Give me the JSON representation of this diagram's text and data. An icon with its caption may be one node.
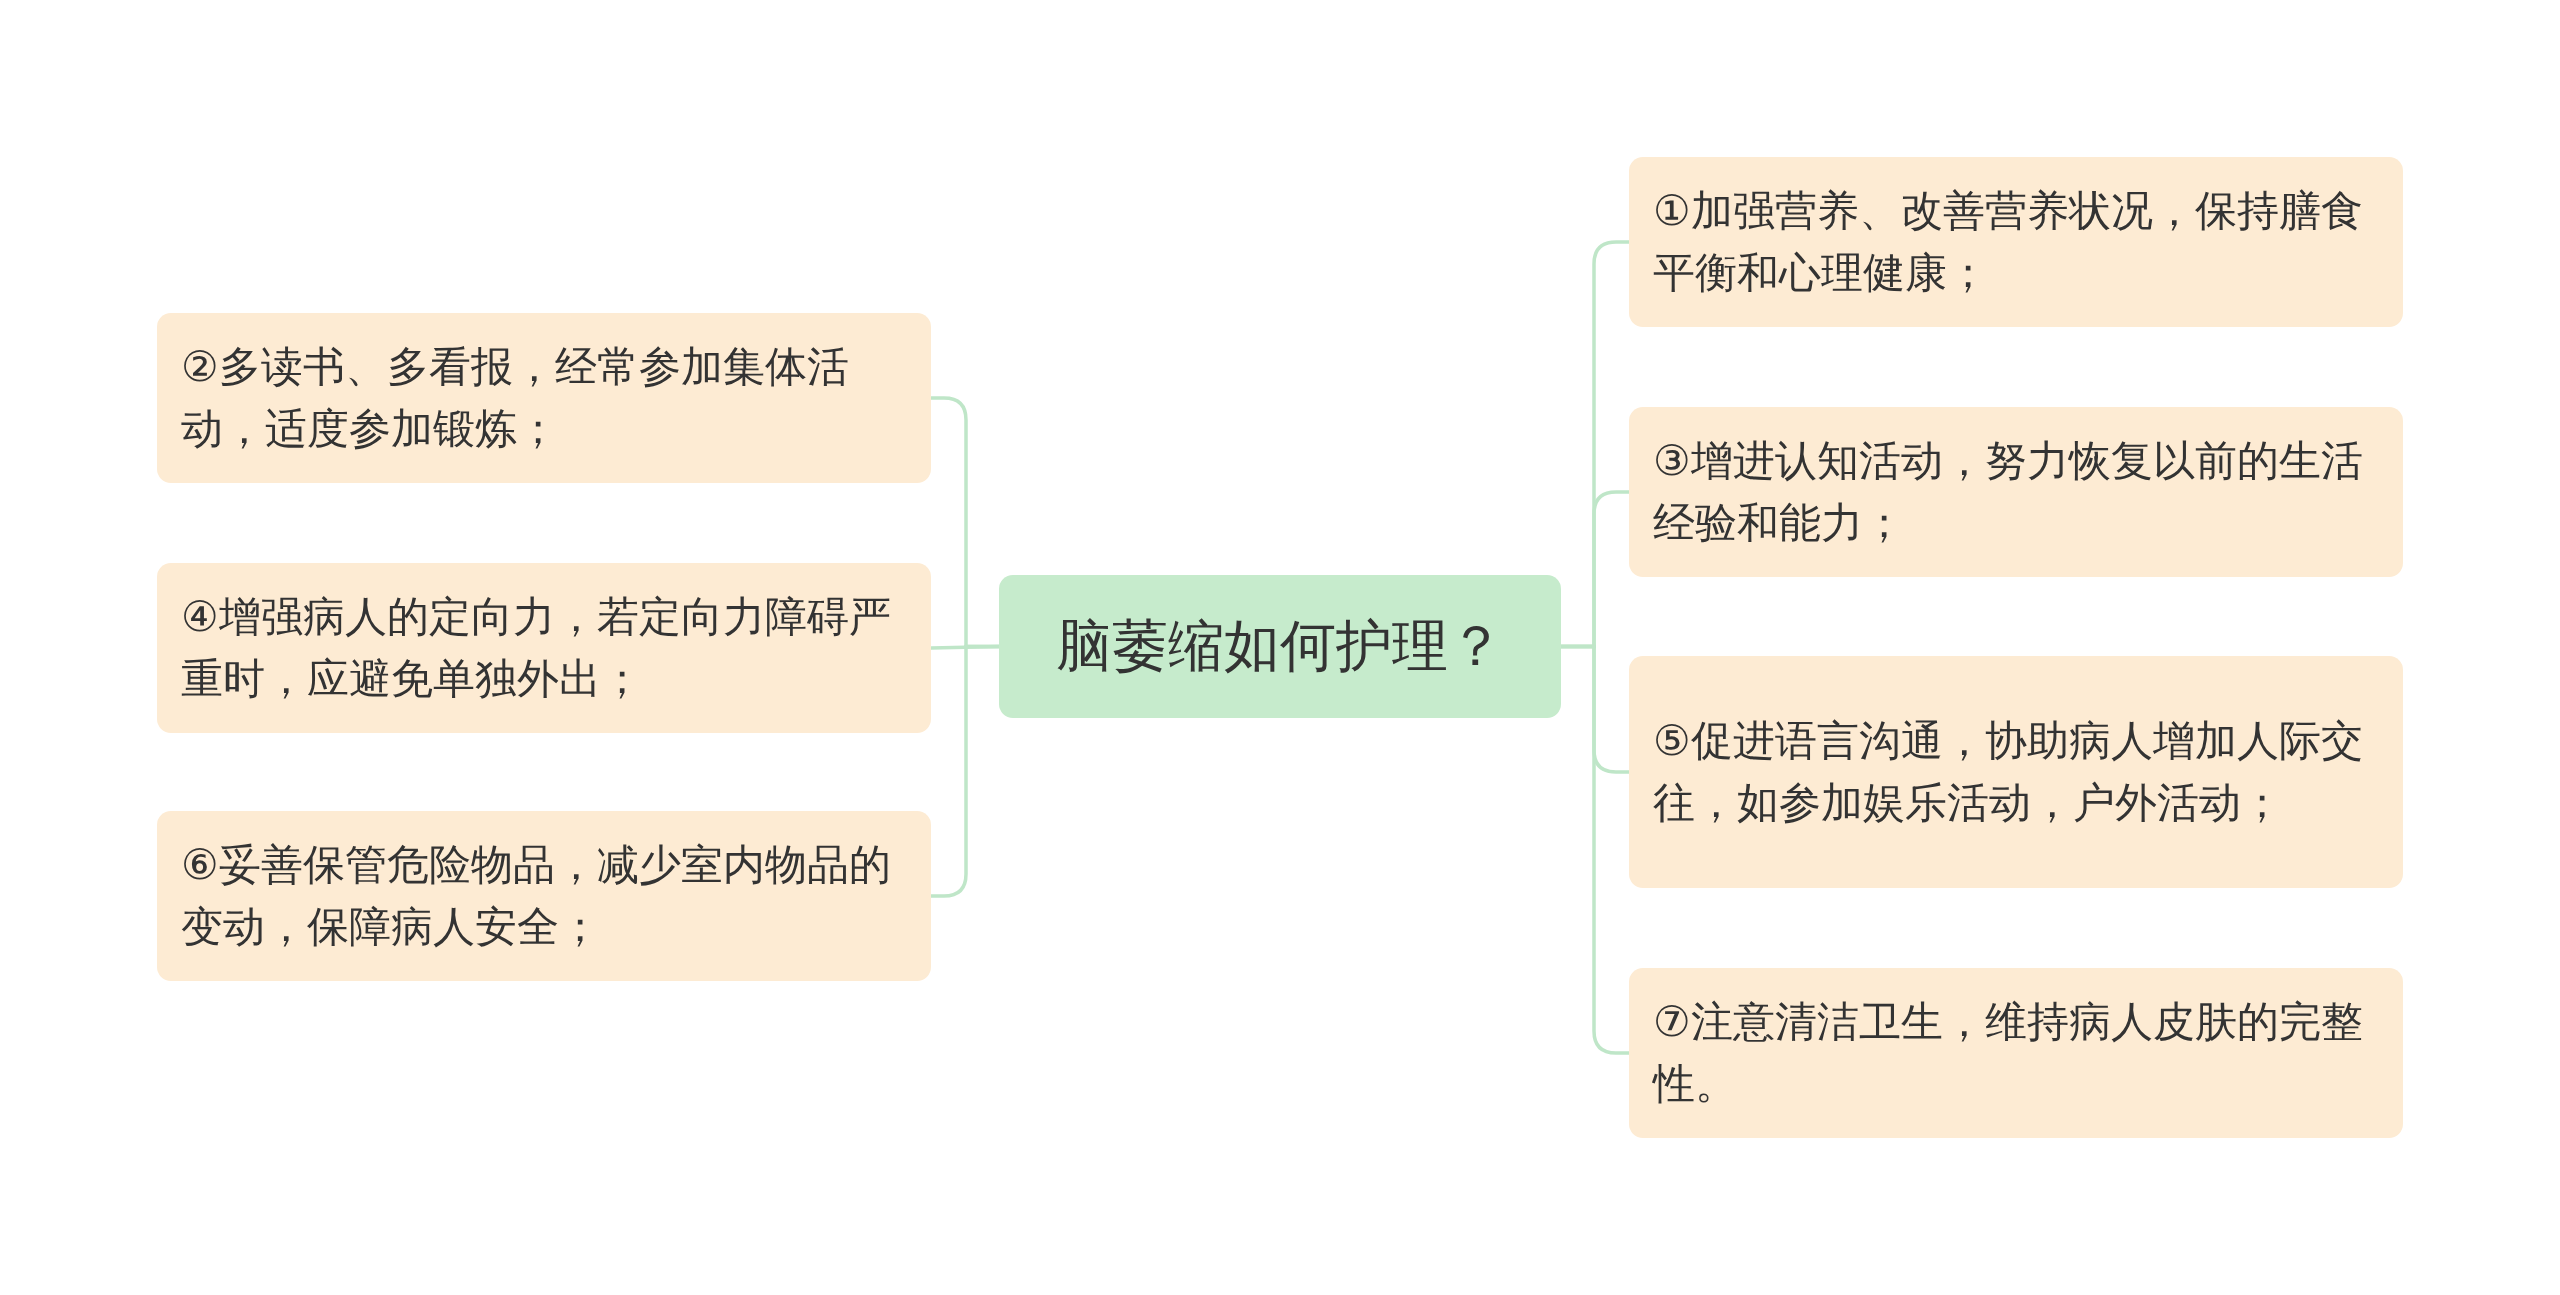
{
  "diagram": {
    "nodes": [
      {
        "text": [
          "脑萎缩如何护理？"
        ]
      },
      {
        "text": [
          "①加强营养、改善营养状况，保持膳食平衡和心理健康；"
        ]
      },
      {
        "text": [
          "②多读书、多看报，经常参加集体活动，适度参加锻炼；"
        ]
      },
      {
        "text": [
          "③增进认知活动，努力恢复以前的生活经验和能力；"
        ]
      },
      {
        "text": [
          "④增强病人的定向力，若定向力障碍严重时，应避免单独外出；"
        ]
      },
      {
        "text": [
          "⑤促进语言沟通，协助病人增加人际交往，如参加娱乐活动，户外活动；"
        ]
      },
      {
        "text": [
          "⑥妥善保管危险物品，减少室内物品的变动，保障病人安全；"
        ]
      },
      {
        "text": [
          "⑦注意清洁卫生，维持病人皮肤的完整性。"
        ]
      }
    ],
    "edges": [
      {
        "from": 0,
        "to": 1,
        "arrow": "none"
      },
      {
        "from": 0,
        "to": 2,
        "arrow": "none"
      },
      {
        "from": 0,
        "to": 3,
        "arrow": "none"
      },
      {
        "from": 0,
        "to": 4,
        "arrow": "none"
      },
      {
        "from": 0,
        "to": 5,
        "arrow": "none"
      },
      {
        "from": 0,
        "to": 6,
        "arrow": "none"
      },
      {
        "from": 0,
        "to": 7,
        "arrow": "none"
      }
    ]
  }
}
